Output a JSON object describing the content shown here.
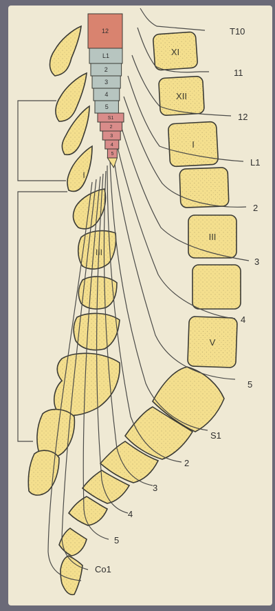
{
  "colors": {
    "paper": "#efe9d4",
    "bone": "#f4df8e",
    "bone_outline": "#3a3a34",
    "cord_upper": "#d9836f",
    "cord_lumbar": "#b7c5c0",
    "cord_sacral": "#d98c8a",
    "line": "#4a4a48"
  },
  "cord_segments": {
    "top": "12",
    "lumbar": [
      "L1",
      "2",
      "3",
      "4",
      "5"
    ],
    "sacral": [
      "S1",
      "2",
      "3",
      "4",
      "5"
    ]
  },
  "vertebra_numerals": {
    "right": [
      "XI",
      "XII",
      "I",
      "",
      "III",
      "",
      "V"
    ],
    "left": [
      "I",
      "III"
    ]
  },
  "nerve_labels": [
    "T10",
    "11",
    "12",
    "L1",
    "2",
    "3",
    "4",
    "5",
    "S1",
    "2",
    "3",
    "4",
    "5",
    "Co1"
  ]
}
